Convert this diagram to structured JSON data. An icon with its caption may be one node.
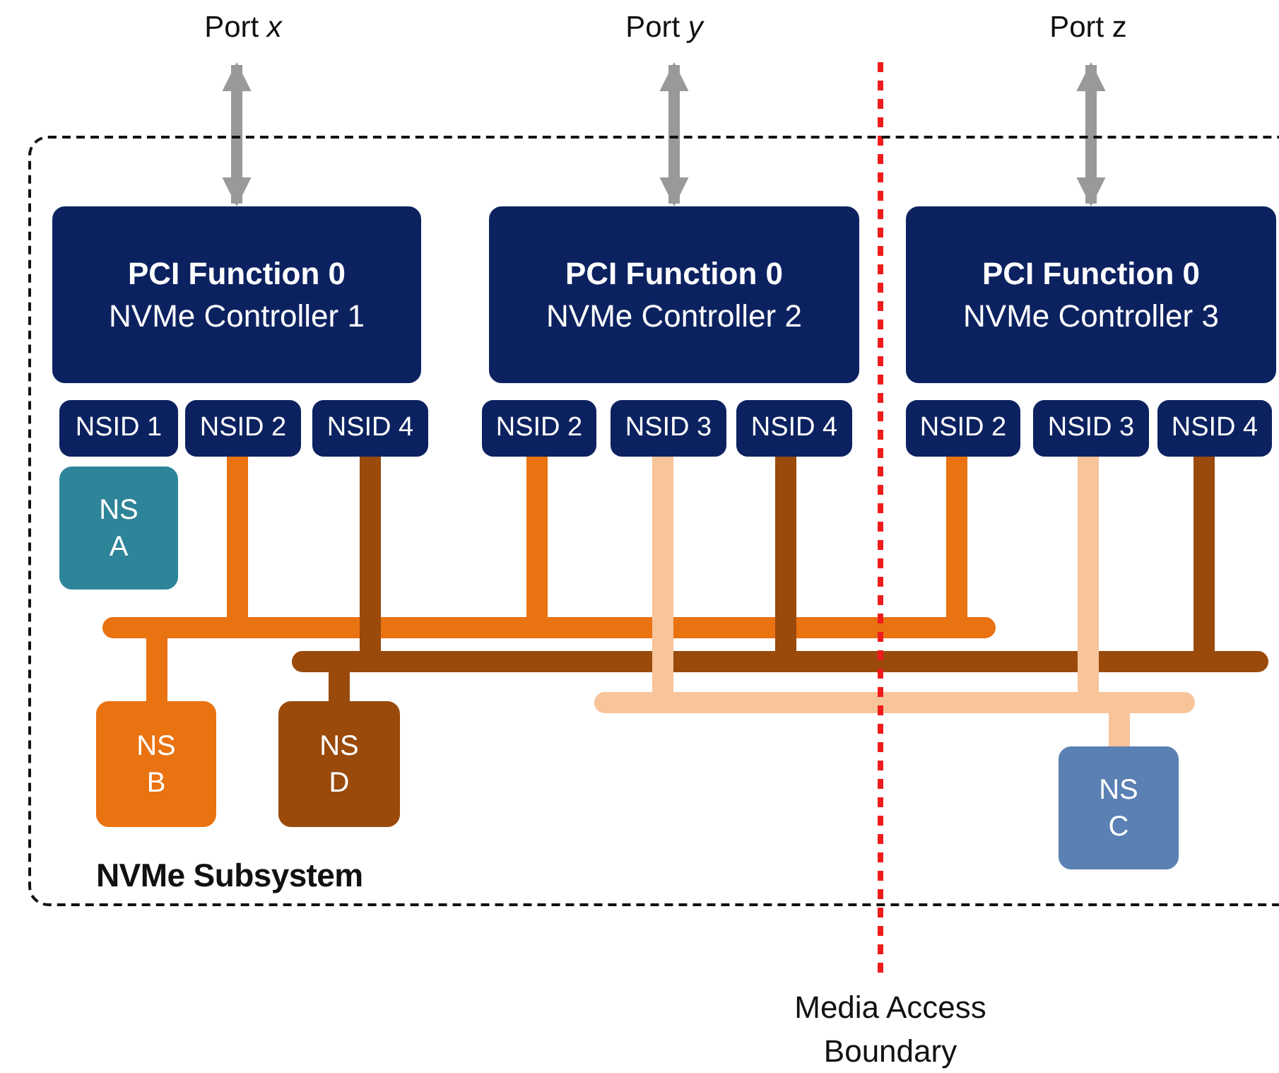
{
  "diagram": {
    "nodes": [
      {
        "text": [
          "NVMe Subsystem"
        ]
      },
      {
        "text": [
          "Port *x*"
        ]
      },
      {
        "text": [
          "Port *y*"
        ]
      },
      {
        "text": [
          "Port z"
        ]
      },
      {
        "text": [
          "PCI Function 0",
          "NVMe Controller 1"
        ],
        "in": 0
      },
      {
        "text": [
          "PCI Function 0",
          "NVMe Controller 2"
        ],
        "in": 0
      },
      {
        "text": [
          "PCI Function 0",
          "NVMe Controller 3"
        ],
        "in": 0
      },
      {
        "text": [
          "NSID 1"
        ],
        "in": 0
      },
      {
        "text": [
          "NSID 2"
        ],
        "in": 0
      },
      {
        "text": [
          "NSID 4"
        ],
        "in": 0
      },
      {
        "text": [
          "NSID 2"
        ],
        "in": 0
      },
      {
        "text": [
          "NSID 3"
        ],
        "in": 0
      },
      {
        "text": [
          "NSID 4"
        ],
        "in": 0
      },
      {
        "text": [
          "NSID 2"
        ],
        "in": 0
      },
      {
        "text": [
          "NSID 3"
        ],
        "in": 0
      },
      {
        "text": [
          "NSID 4"
        ],
        "in": 0
      },
      {
        "text": [
          "NS A"
        ],
        "in": 0
      },
      {
        "text": [
          "NS B"
        ],
        "in": 0
      },
      {
        "text": [
          "NS D"
        ],
        "in": 0
      },
      {
        "text": [
          "NS C"
        ],
        "in": 0
      }
    ],
    "edges": [
      {
        "from": 1,
        "to": 4,
        "arrow": "both",
        "color": "#999999"
      },
      {
        "from": 2,
        "to": 5,
        "arrow": "both",
        "color": "#999999"
      },
      {
        "from": 3,
        "to": 6,
        "arrow": "both",
        "color": "#999999"
      },
      {
        "from": 8,
        "to": 17,
        "arrow": "none",
        "color": "#e97211"
      },
      {
        "from": 10,
        "to": 17,
        "arrow": "none",
        "color": "#e97211"
      },
      {
        "from": 13,
        "to": 17,
        "arrow": "none",
        "color": "#e97211"
      },
      {
        "from": 9,
        "to": 18,
        "arrow": "none",
        "color": "#9a4a0b"
      },
      {
        "from": 12,
        "to": 18,
        "arrow": "none",
        "color": "#9a4a0b"
      },
      {
        "from": 15,
        "to": 18,
        "arrow": "none",
        "color": "#9a4a0b"
      },
      {
        "from": 11,
        "to": 19,
        "arrow": "none",
        "color": "#f8c49a"
      },
      {
        "from": 14,
        "to": 19,
        "arrow": "none",
        "color": "#f8c49a"
      }
    ],
    "labels": [
      "Media Access Boundary"
    ]
  }
}
